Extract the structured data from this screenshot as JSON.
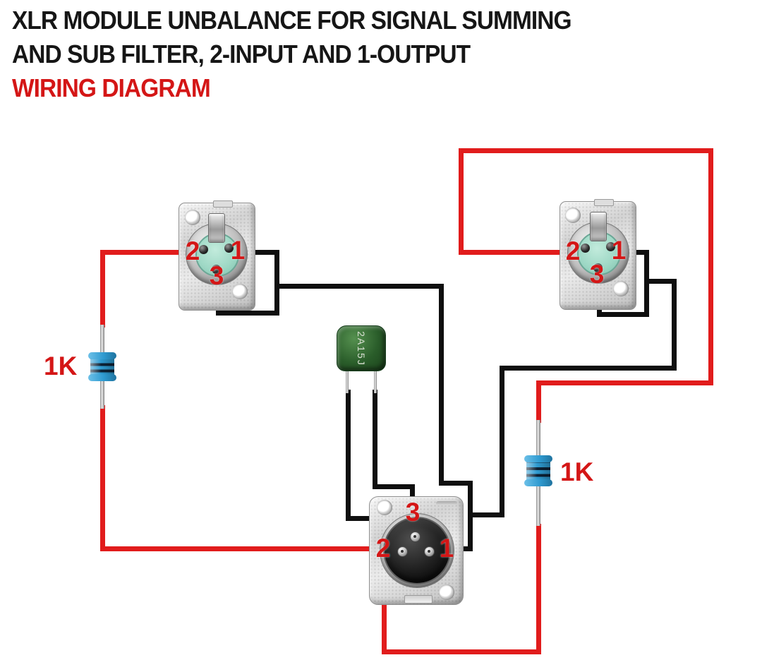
{
  "title": {
    "line1": "XLR MODULE UNBALANCE FOR SIGNAL SUMMING",
    "line2": "AND SUB FILTER, 2-INPUT AND 1-OUTPUT",
    "line3": "WIRING DIAGRAM"
  },
  "colors": {
    "hot_wire_red": "#e11c1c",
    "ground_wire_black": "#0f0f0f",
    "label_red": "#d41616",
    "title_black": "#161616",
    "resistor_blue": "#2e9ad0",
    "capacitor_green": "#2a5d2a",
    "xlr_insert_teal": "#9ed8c5"
  },
  "connectors": {
    "left_female_xlr": {
      "pins": {
        "pin1": "1",
        "pin2": "2",
        "pin3": "3"
      }
    },
    "right_female_xlr": {
      "pins": {
        "pin1": "1",
        "pin2": "2",
        "pin3": "3"
      }
    },
    "male_xlr": {
      "pins": {
        "pin1": "1",
        "pin2": "2",
        "pin3": "3"
      }
    }
  },
  "components": {
    "left_resistor": {
      "value": "1K"
    },
    "right_resistor": {
      "value": "1K"
    },
    "capacitor": {
      "marking": "2A15J"
    }
  }
}
